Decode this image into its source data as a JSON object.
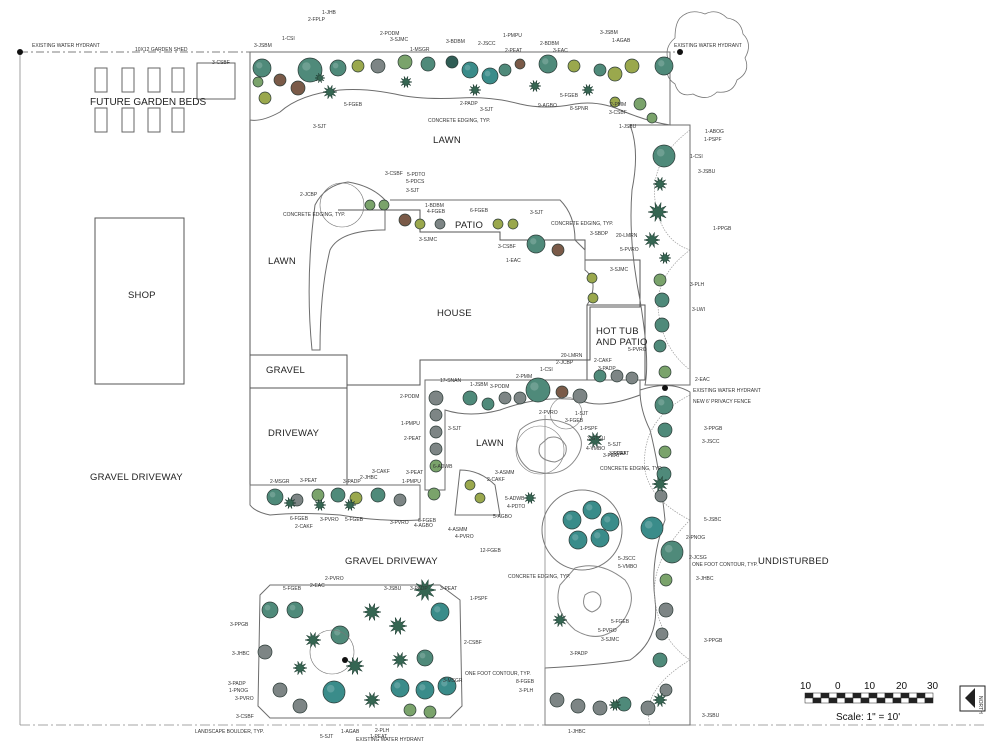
{
  "labels": {
    "future_beds": "FUTURE GARDEN BEDS",
    "shed": "10X12 GARDEN SHED",
    "lawn_north": "LAWN",
    "lawn_west": "LAWN",
    "lawn_center": "LAWN",
    "patio": "PATIO",
    "house": "HOUSE",
    "hot_tub": "HOT TUB",
    "and_patio": "AND PATIO",
    "shop": "SHOP",
    "gravel": "GRAVEL",
    "driveway": "DRIVEWAY",
    "gravel_driveway_west": "GRAVEL DRIVEWAY",
    "gravel_driveway_south": "GRAVEL DRIVEWAY",
    "undisturbed": "UNDISTURBED",
    "existing_hydrant_nw": "EXISTING WATER HYDRANT",
    "existing_hydrant_ne": "EXISTING WATER HYDRANT",
    "existing_hydrant_e": "EXISTING WATER HYDRANT",
    "existing_hydrant_s": "EXISTING WATER HYDRANT",
    "privacy_fence": "NEW 6' PRIVACY FENCE",
    "concrete_edging_1": "CONCRETE EDGING, TYP.",
    "concrete_edging_2": "CONCRETE EDGING, TYP.",
    "concrete_edging_3": "CONCRETE EDGING, TYP.",
    "concrete_edging_4": "CONCRETE EDGING, TYP.",
    "concrete_edging_5": "CONCRETE EDGING, TYP.",
    "contour_1": "ONE FOOT CONTOUR, TYP.",
    "contour_2": "ONE FOOT CONTOUR, TYP.",
    "boulder": "LANDSCAPE BOULDER, TYP."
  },
  "plant_tags": [
    "1-JHB",
    "2-FPLP",
    "1-CSI",
    "3-JSBM",
    "3-CSBF",
    "5-FGEB",
    "3-SJT",
    "2-PODM",
    "3-SJMC",
    "1-MSGR",
    "3-BDBM",
    "2-JSCC",
    "2-PEAT",
    "1-PMPU",
    "2-BDBM",
    "3-EAC",
    "1-AGAB",
    "3-JSBM",
    "2-PADP",
    "3-SJT",
    "5-FGEB",
    "9-AGBO",
    "8-SPNR",
    "2-PMM",
    "3-CSBF",
    "1-JSBU",
    "1-ABOG",
    "1-PSPF",
    "1-CSI",
    "3-JSBU",
    "1-PPGB",
    "20-LMRN",
    "5-PVRO",
    "3-PLH",
    "3-LWI",
    "5-PVRO",
    "2-EAC",
    "3-PPGB",
    "3-JSCC",
    "5-JSBC",
    "2-PNOG",
    "2-JCSG",
    "3-JHBC",
    "3-PPGB",
    "3-JSBU",
    "3-PEAT",
    "3-PADP",
    "3-PEAT",
    "1-JHBC",
    "3-PLH",
    "8-FGEB",
    "3-SJMC",
    "5-PVRO",
    "5-FGEB",
    "5-VMBO",
    "5-JSCC",
    "3-PEAT",
    "5-SJT",
    "3-GTSU",
    "4-VMBO",
    "1-PSPF",
    "3-FGEB",
    "1-SJT",
    "2-PVRO",
    "20-LMRN",
    "2-JCBP",
    "2-CAKF",
    "3-PADP",
    "1-CSI",
    "17-SNAN",
    "1-JSBM",
    "3-PODM",
    "2-PMM",
    "2-PODM",
    "1-PMPU",
    "2-PEAT",
    "3-SJT",
    "6-ADWB",
    "3-PEAT",
    "3-ASMM",
    "2-CAKF",
    "5-ADWB",
    "4-PDTO",
    "5-AGBO",
    "12-FGEB",
    "4-PVRO",
    "4-ASMM",
    "4-AGBO",
    "6-FGEB",
    "3-PVRO",
    "5-FGEB",
    "3-PVRO",
    "2-CAKF",
    "6-FGEB",
    "3-PADP",
    "2-JHBC",
    "3-CAKF",
    "1-PMPU",
    "3-PEAT",
    "2-MSGR",
    "5-PDTO",
    "5-PDCS",
    "3-SJT",
    "3-CSBF",
    "2-JCBP",
    "1-BDBM",
    "4-FGEB",
    "6-FGEB",
    "3-SJT",
    "3-SJMC",
    "3-CSBF",
    "1-EAC",
    "3-SBDP",
    "3-SJMC",
    "2-EAC",
    "2-PVRO",
    "3-JSBU",
    "3-PADP",
    "3-PEAT",
    "1-PSPF",
    "2-CSBF",
    "3-PPGB",
    "3-JHBC",
    "3-PADP",
    "1-PNOG",
    "3-PVRO",
    "3-CSBF",
    "5-SJT",
    "1-PEAT",
    "2-PLH",
    "1-AGAB",
    "3-MSGR",
    "5-FGEB"
  ],
  "scale": {
    "ticks": [
      "10",
      "0",
      "10",
      "20",
      "30"
    ],
    "caption": "Scale: 1\" = 10'",
    "north": "NORTH"
  },
  "colors": {
    "tree_dark": "#2f5d55",
    "tree_mid": "#4f8a7a",
    "tree_teal": "#3a8c8a",
    "shrub_green": "#7aa36b",
    "shrub_olive": "#9aa84d",
    "shrub_brown": "#7a5a48",
    "shrub_grey": "#7d8585",
    "spiky": "#356652"
  }
}
